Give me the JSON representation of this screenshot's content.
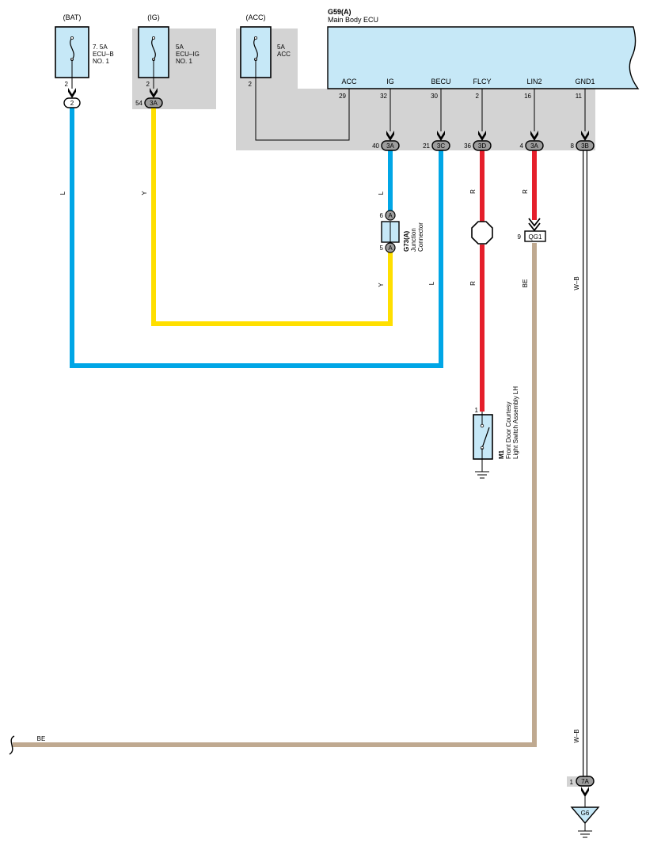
{
  "colors": {
    "background": "#ffffff",
    "shaded_area": "#d3d3d3",
    "ecu_fill": "#c6e8f7",
    "wire_L": "#00a6e6",
    "wire_Y": "#ffdf00",
    "wire_R": "#e51f2b",
    "wire_BE": "#bfa990",
    "wire_WB": "#ffffff",
    "line": "#000000"
  },
  "fuses": [
    {
      "name": "(BAT)",
      "line1": "7. 5A",
      "line2": "ECU–B",
      "line3": "NO. 1",
      "pin": "2",
      "connector_pin": "",
      "connector": "2"
    },
    {
      "name": "(IG)",
      "line1": "5A",
      "line2": "ECU–IG",
      "line3": "NO. 1",
      "pin": "2",
      "connector_pin": "54",
      "connector": "3A"
    },
    {
      "name": "(ACC)",
      "line1": "5A",
      "line2": "ACC",
      "line3": "",
      "pin": "2",
      "connector_pin": "",
      "connector": ""
    }
  ],
  "ecu": {
    "code": "G59(A)",
    "name": "Main Body ECU",
    "terminals": [
      {
        "label": "ACC",
        "pin": "29",
        "junction_pin": "",
        "junction": ""
      },
      {
        "label": "IG",
        "pin": "32",
        "junction_pin": "40",
        "junction": "3A"
      },
      {
        "label": "BECU",
        "pin": "30",
        "junction_pin": "21",
        "junction": "3C"
      },
      {
        "label": "FLCY",
        "pin": "2",
        "junction_pin": "36",
        "junction": "3D"
      },
      {
        "label": "LIN2",
        "pin": "16",
        "junction_pin": "4",
        "junction": "3A"
      },
      {
        "label": "GND1",
        "pin": "11",
        "junction_pin": "8",
        "junction": "3B"
      }
    ]
  },
  "junction_connector": {
    "code": "G73(A)",
    "line1": "Junction",
    "line2": "Connector",
    "pin_top": "6",
    "pin_bottom": "5",
    "letter": "A"
  },
  "switch": {
    "code": "M1",
    "line1": "Front Door Courtesy",
    "line2": "Light Switch Assembly LH",
    "pin": "1"
  },
  "qg1": {
    "pin": "9",
    "label": "QG1"
  },
  "ground_junction": {
    "pin": "1",
    "label": "7A"
  },
  "ground_point": {
    "label": "G6"
  },
  "wire_labels": {
    "bat": "L",
    "ig": "Y",
    "ig_ecu": "L",
    "ig_junction_bottom": "Y",
    "becu": "L",
    "flcy_top": "R",
    "flcy_bottom": "R",
    "lin2": "R",
    "be_vertical": "BE",
    "be_horizontal": "BE",
    "wb_top": "W–B",
    "wb_bottom": "W–B"
  }
}
